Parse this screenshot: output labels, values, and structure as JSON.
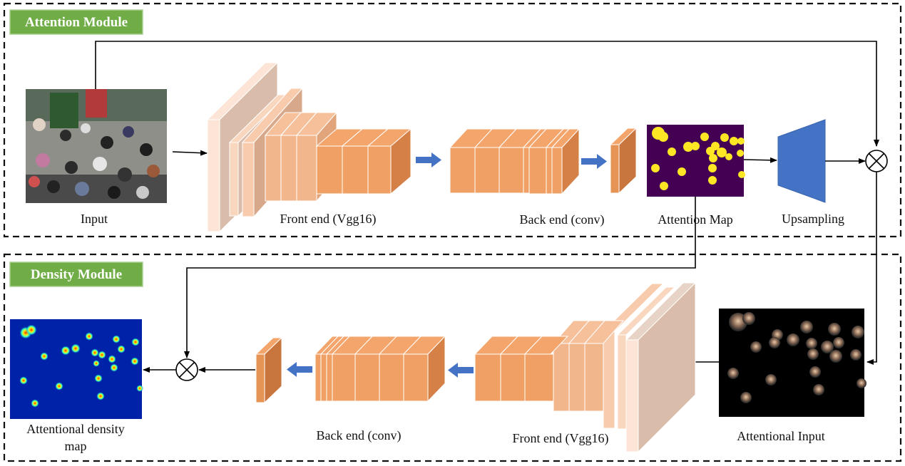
{
  "attention_module": {
    "tag": "Attention Module",
    "input_label": "Input",
    "front_end_label": "Front end  (Vgg16)",
    "back_end_label": "Back end (conv)",
    "attention_map_label": "Attention Map",
    "upsampling_label": "Upsampling"
  },
  "density_module": {
    "tag": "Density Module",
    "output_label_line1": "Attentional density",
    "output_label_line2": "map",
    "back_end_label": "Back end (conv)",
    "front_end_label": "Front end (Vgg16)",
    "attentional_input_label": "Attentional Input"
  },
  "colors": {
    "tag_green": "#70AD47",
    "layer_orange": "#F0A064",
    "layer_light": "#F5C8A8",
    "layer_pale": "#FBE3D2",
    "arrow_blue": "#4472C4",
    "upsample_blue": "#4472C4",
    "attention_bg": "#440154",
    "attention_blob": "#FDE725",
    "density_bg": "#0022A8"
  },
  "icons": [
    "multiply-circle-icon",
    "right-arrow-icon",
    "left-arrow-icon",
    "crowd-photo",
    "masked-crowd-photo"
  ]
}
